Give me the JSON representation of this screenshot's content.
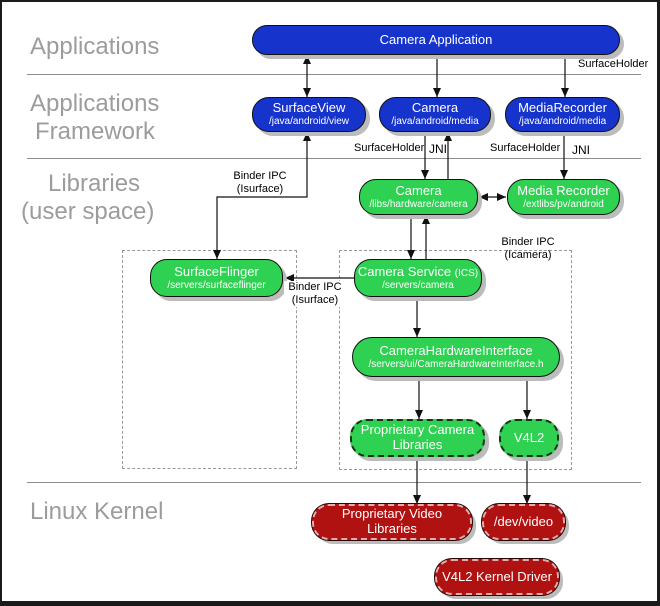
{
  "sections": {
    "applications": "Applications",
    "framework": [
      "Applications",
      "Framework"
    ],
    "libraries": [
      "Libraries",
      "(user space)"
    ],
    "kernel": "Linux Kernel"
  },
  "boxes": {
    "camera_application": {
      "title": "Camera Application"
    },
    "surface_view": {
      "title": "SurfaceView",
      "path": "/java/android/view"
    },
    "camera_java": {
      "title": "Camera",
      "path": "/java/android/media"
    },
    "media_recorder_java": {
      "title": "MediaRecorder",
      "path": "/java/android/media"
    },
    "camera_native": {
      "title": "Camera",
      "path": "/libs/hardware/camera"
    },
    "media_recorder_native": {
      "title": "Media Recorder",
      "path": "/extlibs/pv/android"
    },
    "surface_flinger": {
      "title": "SurfaceFlinger",
      "path": "/servers/surfaceflinger"
    },
    "camera_service": {
      "title": "Camera Service",
      "title_suffix": "(ICS)",
      "path": "/servers/camera"
    },
    "camera_hardware_interface": {
      "title": "CameraHardwareInterface",
      "path": "/servers/ui/CameraHardwareInterface.h"
    },
    "proprietary_camera_libraries": {
      "title": "Proprietary Camera Libraries"
    },
    "v4l2": {
      "title": "V4L2"
    },
    "proprietary_video_libraries": {
      "title": "Proprietary Video Libraries"
    },
    "dev_video": {
      "title": "/dev/video"
    },
    "v4l2_kernel_driver": {
      "title": "V4L2 Kernel Driver"
    }
  },
  "edge_labels": {
    "surface_holder": "SurfaceHolder",
    "jni": "JNI",
    "binder_ipc": "Binder IPC",
    "isurface": "(Isurface)",
    "icamera": "(Icamera)"
  },
  "colors": {
    "blue": "#1634cb",
    "green": "#2ed151",
    "red": "#b01111",
    "label_gray": "#9c9c9c"
  }
}
